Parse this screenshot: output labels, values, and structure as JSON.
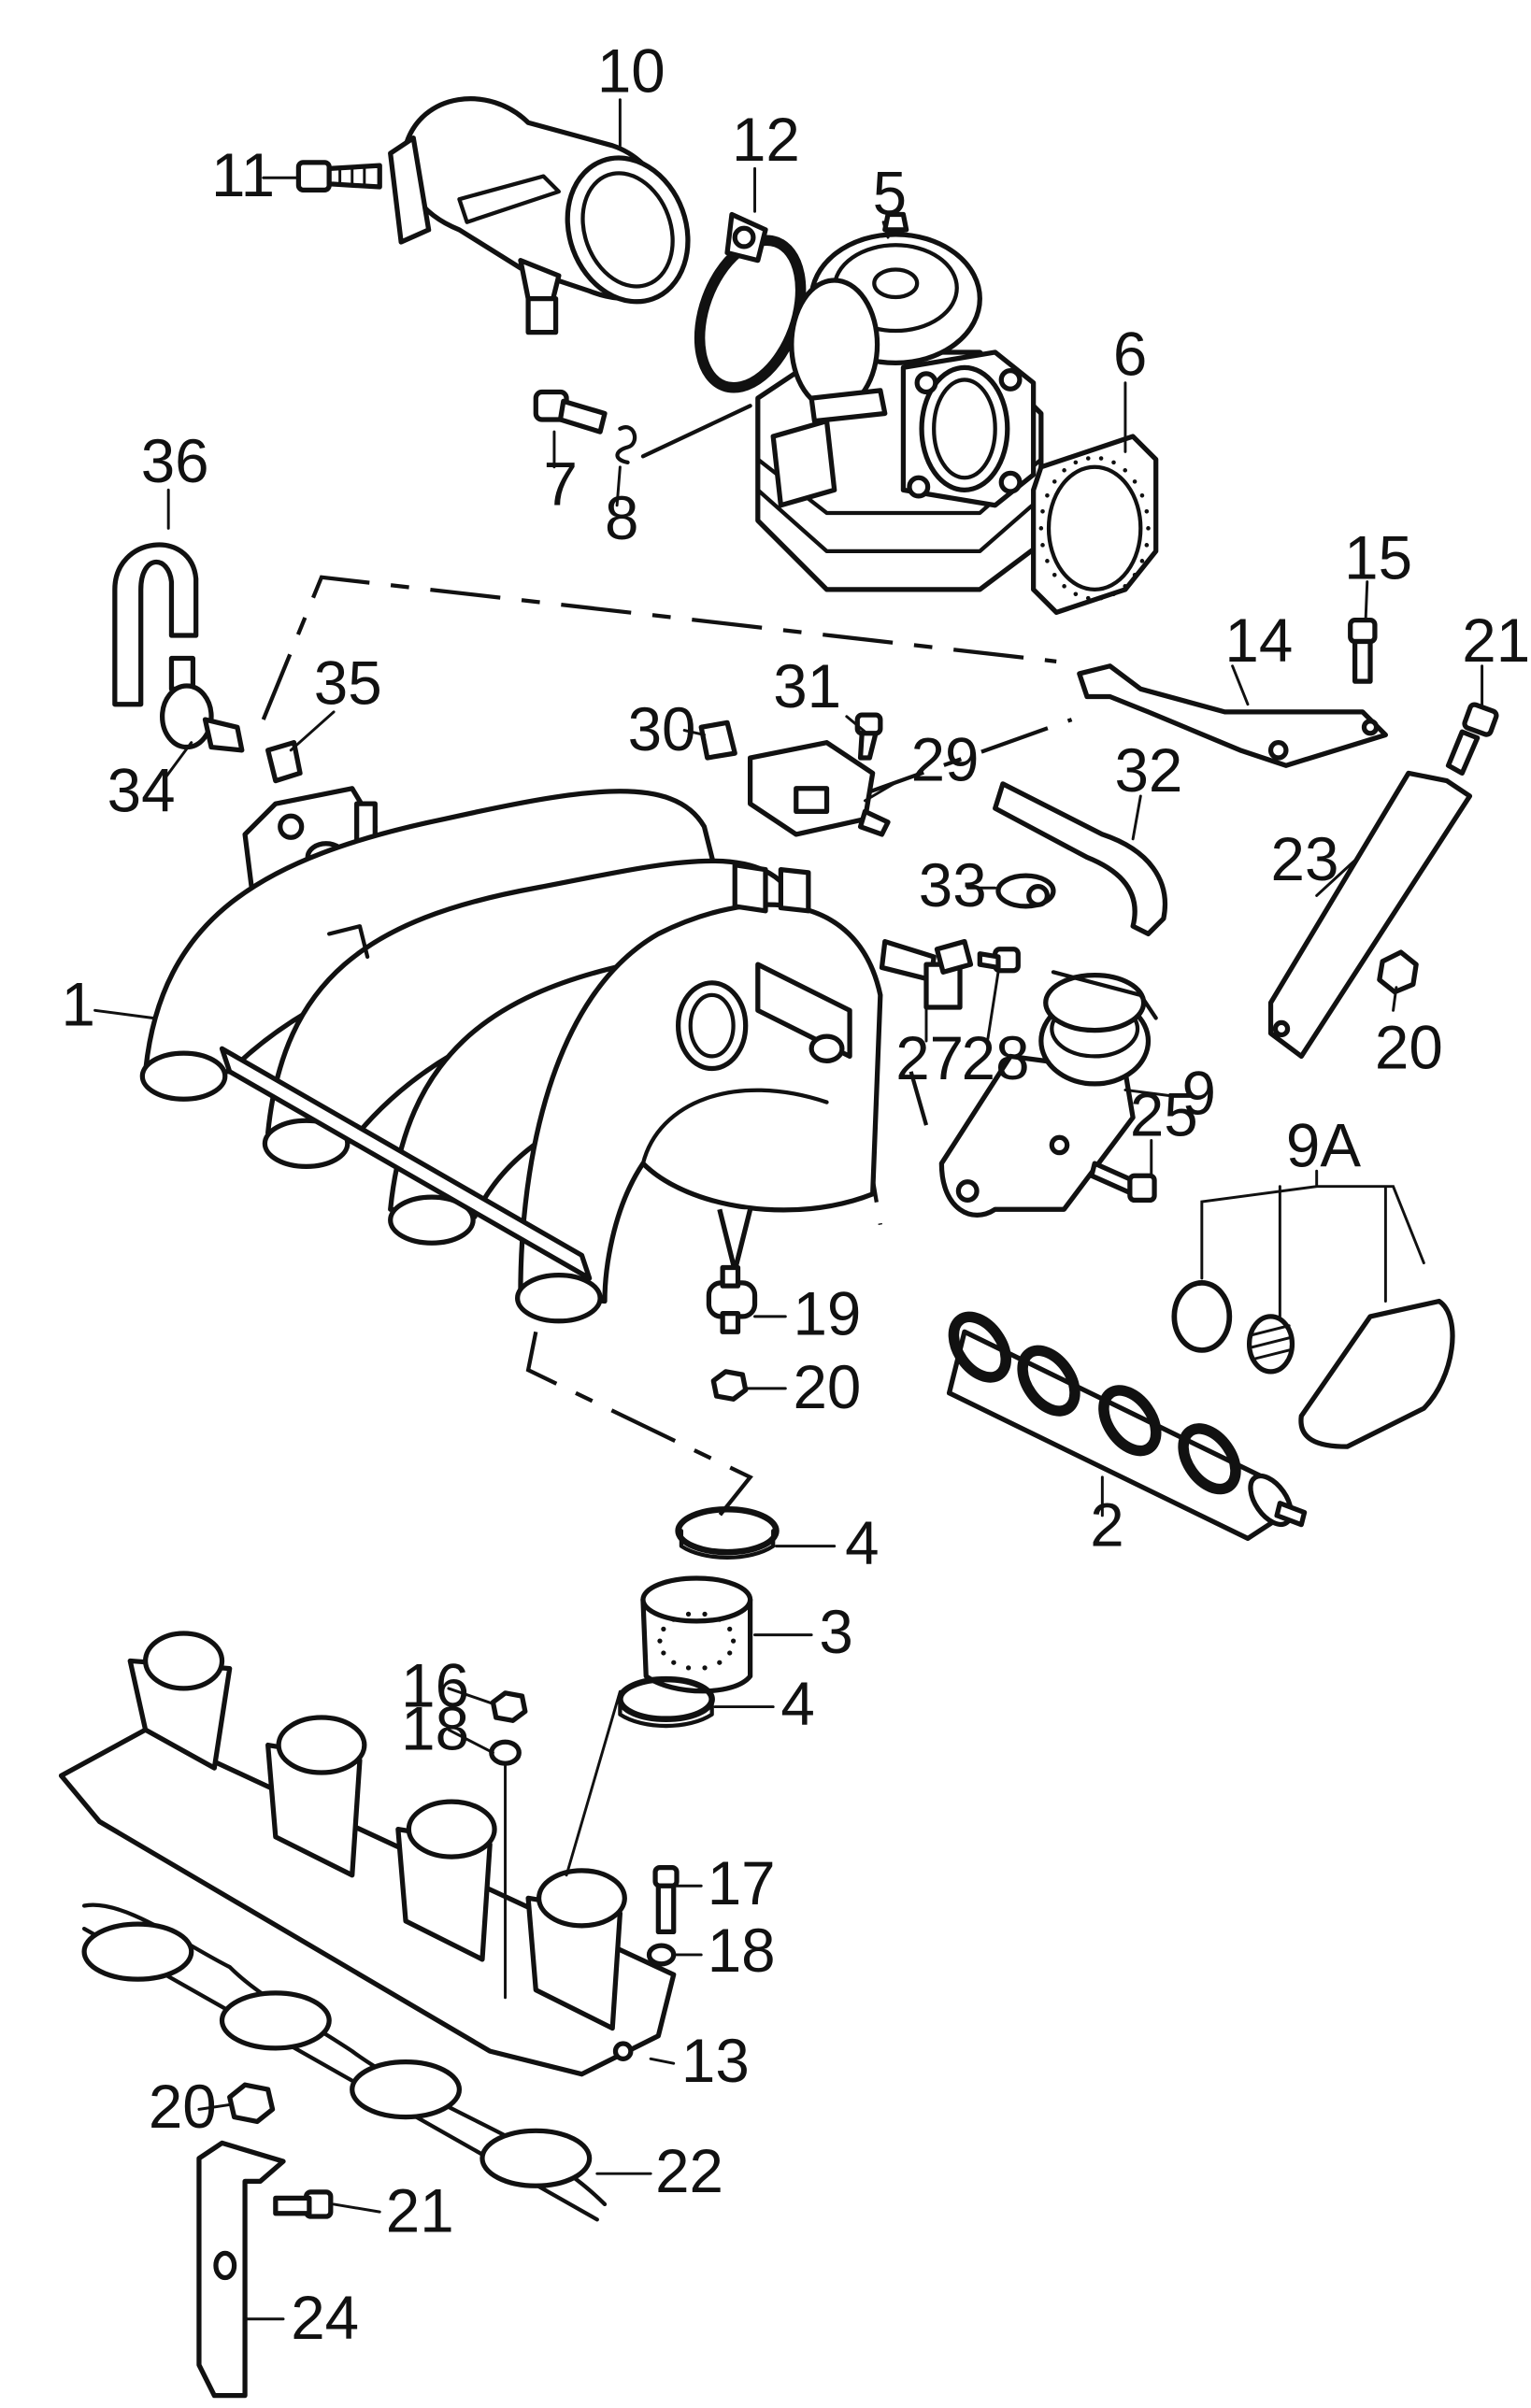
{
  "diagram": {
    "callouts": [
      {
        "id": "c1",
        "text": "1"
      },
      {
        "id": "c2",
        "text": "2"
      },
      {
        "id": "c3",
        "text": "3"
      },
      {
        "id": "c4a",
        "text": "4"
      },
      {
        "id": "c4b",
        "text": "4"
      },
      {
        "id": "c5",
        "text": "5"
      },
      {
        "id": "c6",
        "text": "6"
      },
      {
        "id": "c7",
        "text": "7"
      },
      {
        "id": "c8",
        "text": "8"
      },
      {
        "id": "c9",
        "text": "9"
      },
      {
        "id": "c9A",
        "text": "9A"
      },
      {
        "id": "c10",
        "text": "10"
      },
      {
        "id": "c11",
        "text": "11"
      },
      {
        "id": "c12",
        "text": "12"
      },
      {
        "id": "c13",
        "text": "13"
      },
      {
        "id": "c14",
        "text": "14"
      },
      {
        "id": "c15",
        "text": "15"
      },
      {
        "id": "c16",
        "text": "16"
      },
      {
        "id": "c17",
        "text": "17"
      },
      {
        "id": "c18a",
        "text": "18"
      },
      {
        "id": "c18b",
        "text": "18"
      },
      {
        "id": "c19",
        "text": "19"
      },
      {
        "id": "c20a",
        "text": "20"
      },
      {
        "id": "c20b",
        "text": "20"
      },
      {
        "id": "c20c",
        "text": "20"
      },
      {
        "id": "c21a",
        "text": "21"
      },
      {
        "id": "c21b",
        "text": "21"
      },
      {
        "id": "c22",
        "text": "22"
      },
      {
        "id": "c23",
        "text": "23"
      },
      {
        "id": "c24",
        "text": "24"
      },
      {
        "id": "c25",
        "text": "25"
      },
      {
        "id": "c27",
        "text": "27"
      },
      {
        "id": "c28",
        "text": "28"
      },
      {
        "id": "c29",
        "text": "29"
      },
      {
        "id": "c30",
        "text": "30"
      },
      {
        "id": "c31",
        "text": "31"
      },
      {
        "id": "c32",
        "text": "32"
      },
      {
        "id": "c33",
        "text": "33"
      },
      {
        "id": "c34",
        "text": "34"
      },
      {
        "id": "c35",
        "text": "35"
      },
      {
        "id": "c36",
        "text": "36"
      }
    ]
  }
}
